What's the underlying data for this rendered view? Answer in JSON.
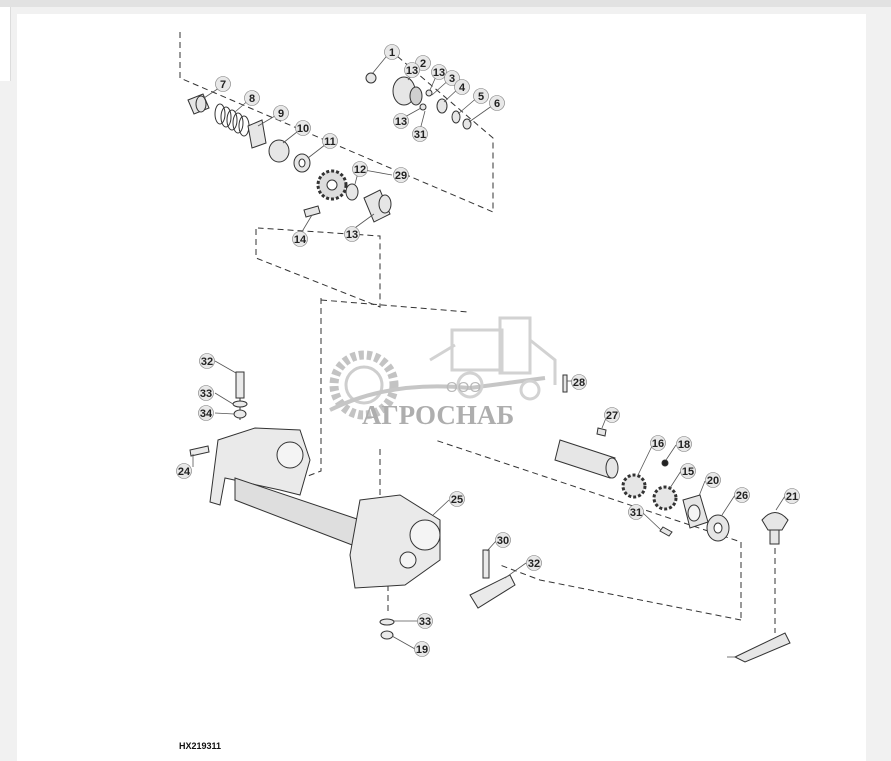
{
  "watermark": {
    "company_prefix": "ООО",
    "company_name": "АГРОСНАБ"
  },
  "figure_code": "HX219311",
  "callouts": [
    "1",
    "2",
    "13",
    "13",
    "3",
    "4",
    "5",
    "6",
    "7",
    "8",
    "9",
    "10",
    "11",
    "29",
    "12",
    "14",
    "13",
    "13",
    "31",
    "32",
    "33",
    "34",
    "24",
    "25",
    "28",
    "27",
    "16",
    "18",
    "15",
    "20",
    "26",
    "21",
    "31",
    "30",
    "32",
    "33",
    "19"
  ],
  "colors": {
    "line": "#333333",
    "part_fill": "#e6e6e6",
    "watermark": "#9a9a9a"
  }
}
